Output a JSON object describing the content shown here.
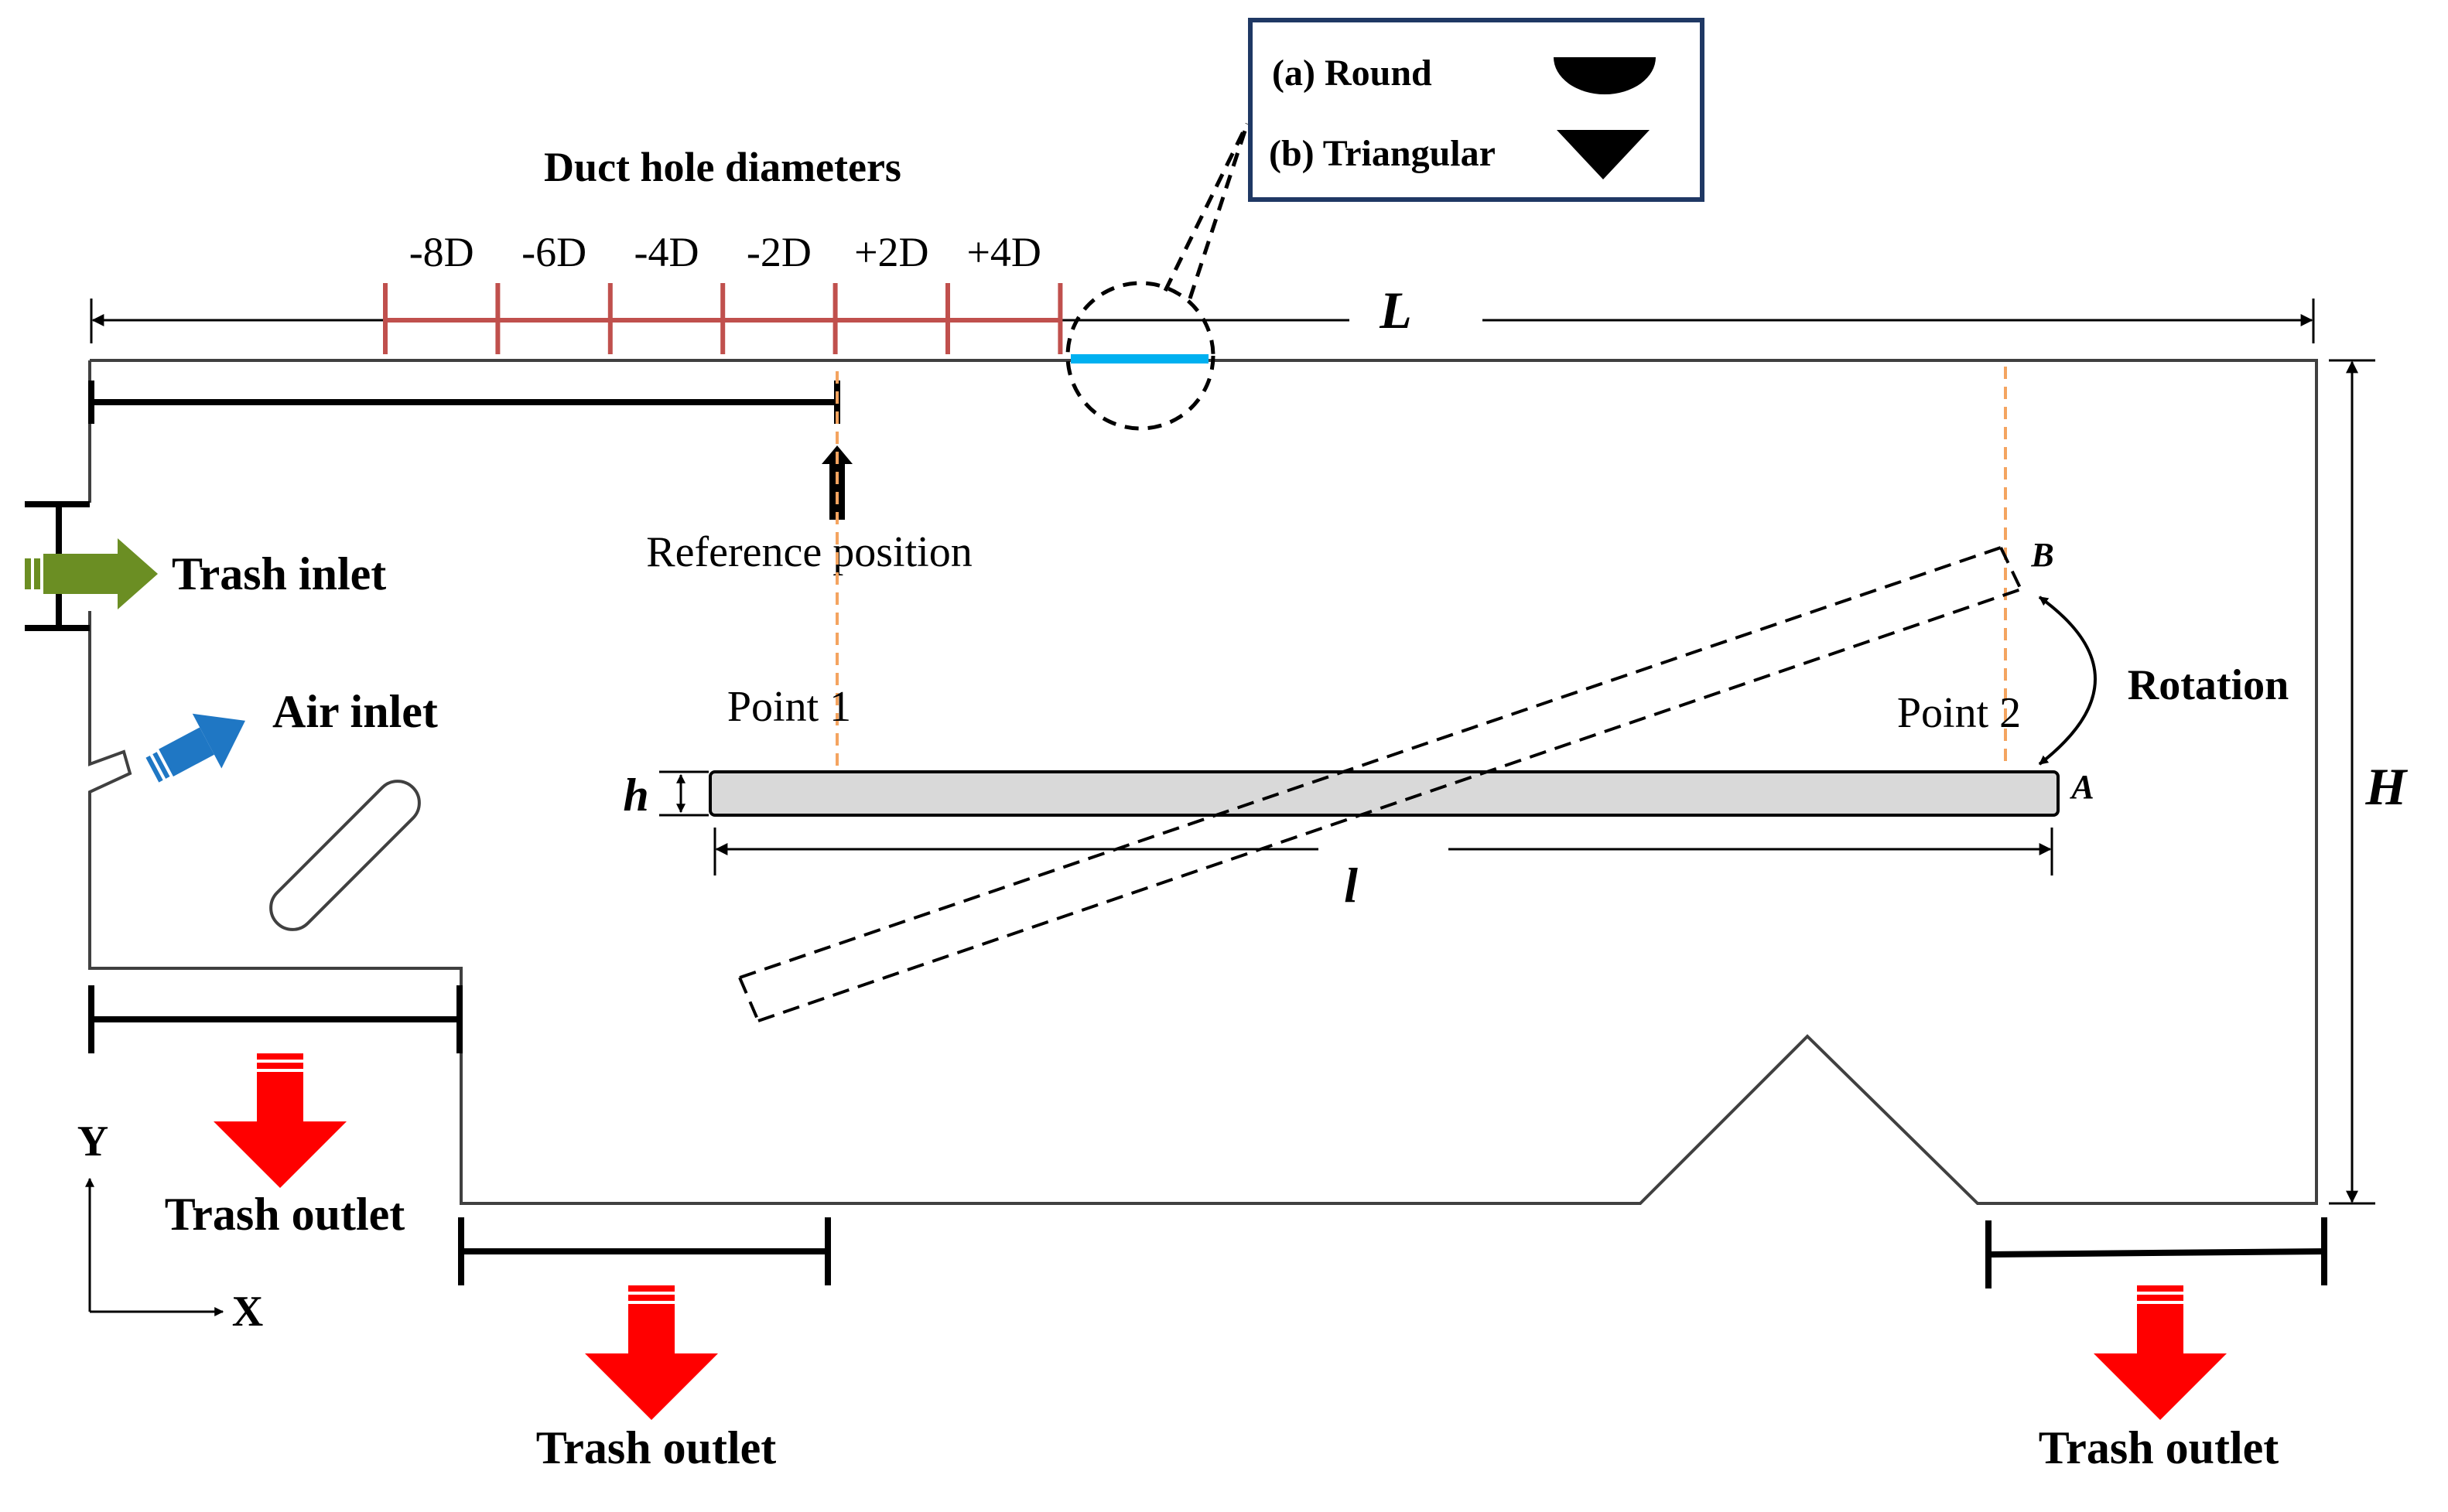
{
  "legend": {
    "round_label": "(a) Round",
    "triangular_label": "(b) Triangular"
  },
  "labels": {
    "duct_hole_diameters": "Duct hole diameters",
    "length_L": "L",
    "height_H": "H",
    "plate_length_l": "l",
    "plate_thickness_h": "h",
    "reference_position": "Reference position",
    "point1": "Point 1",
    "point2": "Point 2",
    "corner_A": "A",
    "corner_B": "B",
    "rotation": "Rotation",
    "trash_inlet": "Trash inlet",
    "air_inlet": "Air inlet",
    "trash_outlet_left": "Trash outlet",
    "trash_outlet_middle": "Trash outlet",
    "trash_outlet_right": "Trash outlet",
    "axis_x": "X",
    "axis_y": "Y"
  },
  "duct_positions": [
    "-8D",
    "-6D",
    "-4D",
    "-2D",
    "+2D",
    "+4D"
  ],
  "colors": {
    "duct_scale": "#C0504D",
    "orange_guide": "#F4A460",
    "duct_hole": "#00B0F0",
    "trash_inlet_arrow": "#6B8E23",
    "air_inlet_arrow": "#1F77C4",
    "trash_outlet_arrow": "#FF0000",
    "legend_border": "#1F3864",
    "plate_fill": "#D9D9D9"
  },
  "icons": {
    "round_shape": "half-circle-icon",
    "triangular_shape": "down-triangle-icon"
  }
}
